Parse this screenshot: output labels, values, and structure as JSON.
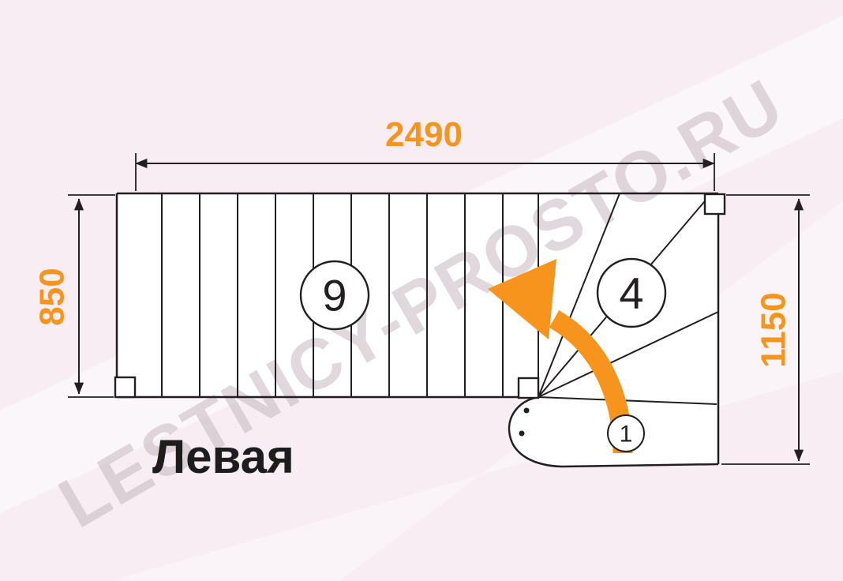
{
  "diagram": {
    "title": "Левая",
    "watermark": "LESTNICY-PROSTO.RU",
    "dimensions": {
      "top_width": "2490",
      "left_height": "850",
      "right_height": "1150"
    },
    "step_counts": {
      "straight_flight": "9",
      "winders": "4",
      "first_step": "1"
    },
    "colors": {
      "dimension_accent": "#f7941e",
      "drawing_line": "#231f20",
      "background": "#f7edf3",
      "watermark": "#c7b9c1",
      "arrow": "#f7941e"
    }
  }
}
